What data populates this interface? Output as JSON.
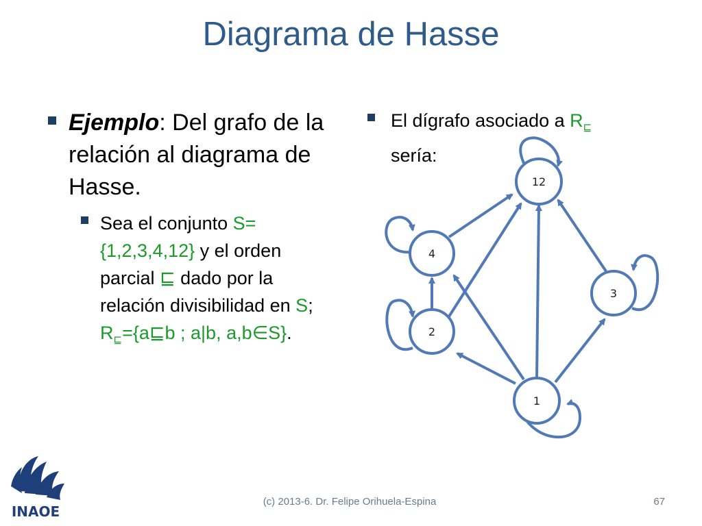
{
  "slide": {
    "title": "Diagrama de Hasse",
    "left": {
      "bullet1_em": "Ejemplo",
      "bullet1_rest": ": Del grafo de la relación al diagrama de Hasse.",
      "bullet2_a": "Sea el conjunto ",
      "bullet2_set": "S={1,2,3,4,12}",
      "bullet2_b": " y el orden parcial ",
      "bullet2_sym": "⊑",
      "bullet2_c": " dado por la relación divisibilidad en ",
      "bullet2_S": "S",
      "bullet2_d": ";",
      "bullet2_rel_R": "R",
      "bullet2_rel_sub": "⊑",
      "bullet2_rel_body": "={a⊑b ; a|b, a,b∈S}",
      "bullet2_end": "."
    },
    "right": {
      "text_a": "El dígrafo asociado a ",
      "text_R": "R",
      "text_sub": "⊑",
      "text_b": " sería:"
    },
    "footer": "(c) 2013-6. Dr. Felipe Orihuela-Espina",
    "page_number": "67",
    "logo_text": "INAOE"
  },
  "graph": {
    "nodes": [
      {
        "id": "n12",
        "label": "12"
      },
      {
        "id": "n4",
        "label": "4"
      },
      {
        "id": "n3",
        "label": "3"
      },
      {
        "id": "n2",
        "label": "2"
      },
      {
        "id": "n1",
        "label": "1"
      }
    ],
    "edges": [
      {
        "from": "1",
        "to": "2"
      },
      {
        "from": "1",
        "to": "3"
      },
      {
        "from": "1",
        "to": "4"
      },
      {
        "from": "1",
        "to": "12"
      },
      {
        "from": "2",
        "to": "4"
      },
      {
        "from": "2",
        "to": "12"
      },
      {
        "from": "4",
        "to": "12"
      },
      {
        "from": "3",
        "to": "12"
      }
    ],
    "loops": [
      "1",
      "2",
      "3",
      "4",
      "12"
    ],
    "colors": {
      "edge": "#5079b5",
      "node_fill": "#ffffff"
    }
  }
}
